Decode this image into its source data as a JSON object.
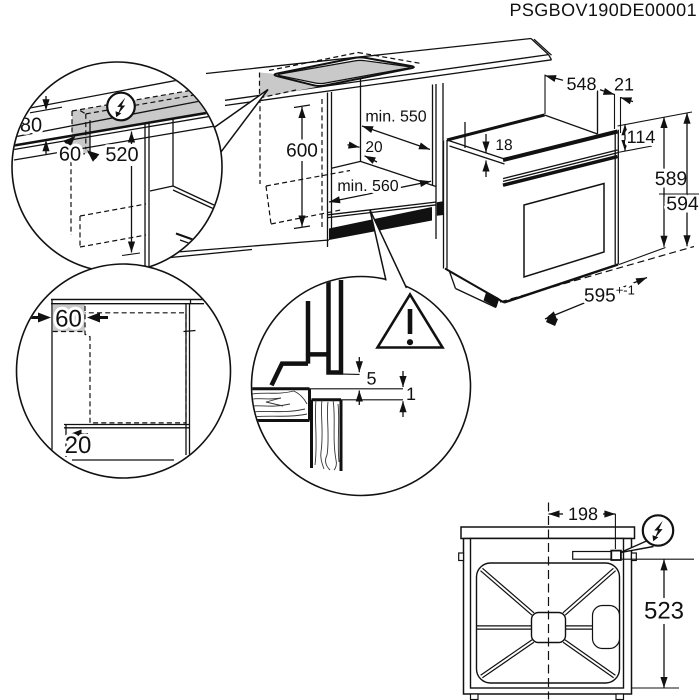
{
  "part_number": "PSGBOV190DE00001",
  "colors": {
    "line": "#111111",
    "shade_gray": "#c9c9c9"
  },
  "main_view": {
    "description": "built-in oven cabinet niche with hob cutout",
    "dims": {
      "cavity_height": "600",
      "top_depth": "min. 550",
      "rear_gap": "20",
      "bottom_depth": "min. 560"
    }
  },
  "oven": {
    "description": "oven isometric view",
    "dims": {
      "depth": "548",
      "rear_offset": "21",
      "top_clearance": "18",
      "panel_height": "114",
      "height_back": "589",
      "height_front": "594",
      "width": "595",
      "width_tol": "+-1"
    }
  },
  "detail_connection": {
    "description": "electrical connection zone behind worktop",
    "icon": "electric-supply-icon",
    "dims": {
      "height": "80",
      "depth": "60",
      "below": "520"
    }
  },
  "detail_topview": {
    "description": "top view of cabinet with connection zone",
    "dims": {
      "zone_width": "60",
      "front_offset": "20"
    }
  },
  "detail_gap": {
    "description": "front gap cross-section",
    "icon": "warning-icon",
    "dims": {
      "front_gap": "5",
      "lip_gap": "1"
    }
  },
  "rear_view": {
    "description": "oven rear view with mains terminal",
    "icon": "electric-supply-icon",
    "dims": {
      "connection_offset": "198",
      "connection_height": "523"
    }
  }
}
